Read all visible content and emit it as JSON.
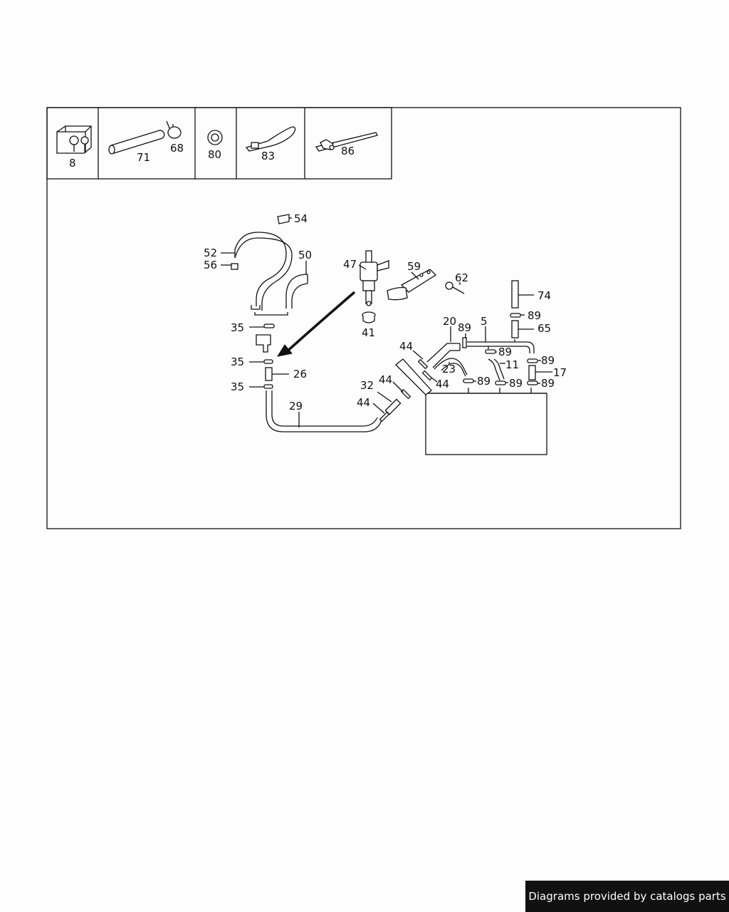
{
  "credit": "Diagrams provided by catalogs parts",
  "legend_labels": [
    "8",
    "71",
    "68",
    "80",
    "83",
    "86"
  ],
  "callouts": [
    "54",
    "52",
    "56",
    "50",
    "47",
    "59",
    "62",
    "74",
    "89",
    "65",
    "35",
    "41",
    "20",
    "89",
    "5",
    "44",
    "89",
    "89",
    "26",
    "23",
    "11",
    "17",
    "44",
    "89",
    "89",
    "89",
    "35",
    "44",
    "32",
    "29",
    "44"
  ]
}
